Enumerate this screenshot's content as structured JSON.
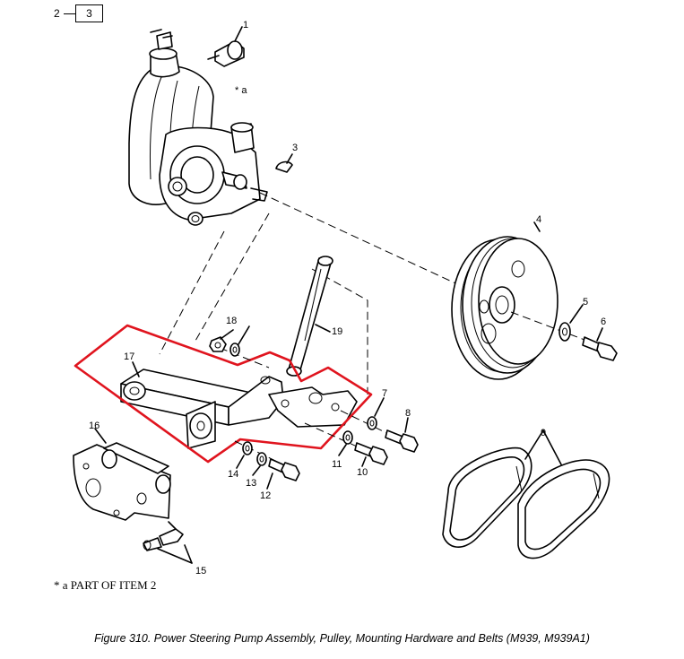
{
  "page_index": {
    "prefix": "2",
    "box": "3"
  },
  "callouts": [
    "1",
    "3",
    "* a",
    "4",
    "5",
    "6",
    "7",
    "8",
    "9",
    "10",
    "11",
    "12",
    "13",
    "14",
    "15",
    "16",
    "17",
    "18",
    "19"
  ],
  "footnote": "* a   PART OF ITEM 2",
  "caption": "Figure 310.  Power Steering Pump Assembly, Pulley, Mounting Hardware and Belts (M939, M939A1)",
  "highlight_color": "#e0141e"
}
